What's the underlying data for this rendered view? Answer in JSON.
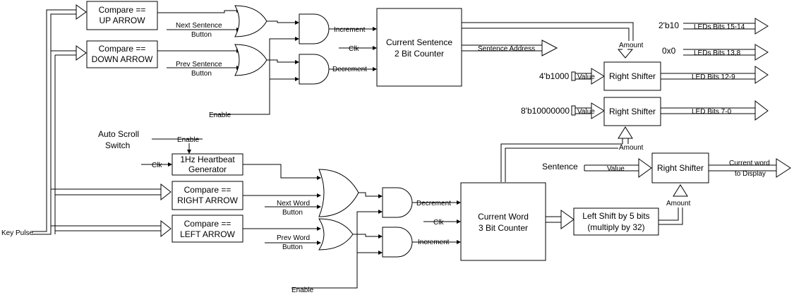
{
  "blocks": {
    "compare_up": [
      "Compare ==",
      "UP ARROW"
    ],
    "compare_down": [
      "Compare ==",
      "DOWN ARROW"
    ],
    "sentence_counter": [
      "Current Sentence",
      "2 Bit Counter"
    ],
    "right_shifter_1": "Right Shifter",
    "right_shifter_2": "Right Shifter",
    "right_shifter_3": "Right Shifter",
    "heartbeat": [
      "1Hz Heartbeat",
      "Generator"
    ],
    "compare_right": [
      "Compare ==",
      "RIGHT ARROW"
    ],
    "compare_left": [
      "Compare ==",
      "LEFT ARROW"
    ],
    "word_counter": [
      "Current Word",
      "3 Bit Counter"
    ],
    "left_shift": [
      "Left Shift by 5 bits",
      "(multiply by 32)"
    ]
  },
  "labels": {
    "next_sentence": [
      "Next Sentence",
      "Button"
    ],
    "prev_sentence": [
      "Prev Sentence",
      "Button"
    ],
    "enable_top": "Enable",
    "increment_top": "Increment",
    "clk_top": "Clk",
    "decrement_top": "Decrement",
    "sentence_address": "Sentence Address",
    "amount_top": "Amount",
    "const_2b10": "2'b10",
    "leds_15_14": "LEDs Bits 15-14",
    "const_0x0": "0x0",
    "leds_13_8": "LEDs Bits 13,8",
    "const_4b1000": "4'b1000",
    "value_1": "Value",
    "led_bits_12_9": "LED Bits 12-9",
    "const_8b": "8'b10000000",
    "value_2": "Value",
    "led_bits_7_0": "LED Bits 7-0",
    "auto_scroll": [
      "Auto Scroll",
      "Switch"
    ],
    "enable_mid": "Enable",
    "clk_heartbeat": "Clk",
    "amount_mid": "Amount",
    "sentence": "Sentence",
    "value_3": "Value",
    "current_word": [
      "Current word",
      "to Display"
    ],
    "next_word": [
      "Next Word",
      "Button"
    ],
    "prev_word": [
      "Prev Word",
      "Button"
    ],
    "decrement_bottom": "Decrement",
    "clk_bottom": "Clk",
    "increment_bottom": "Increment",
    "amount_bottom": "Amount",
    "key_pulse": "Key Pulse",
    "enable_bottom": "Enable"
  }
}
